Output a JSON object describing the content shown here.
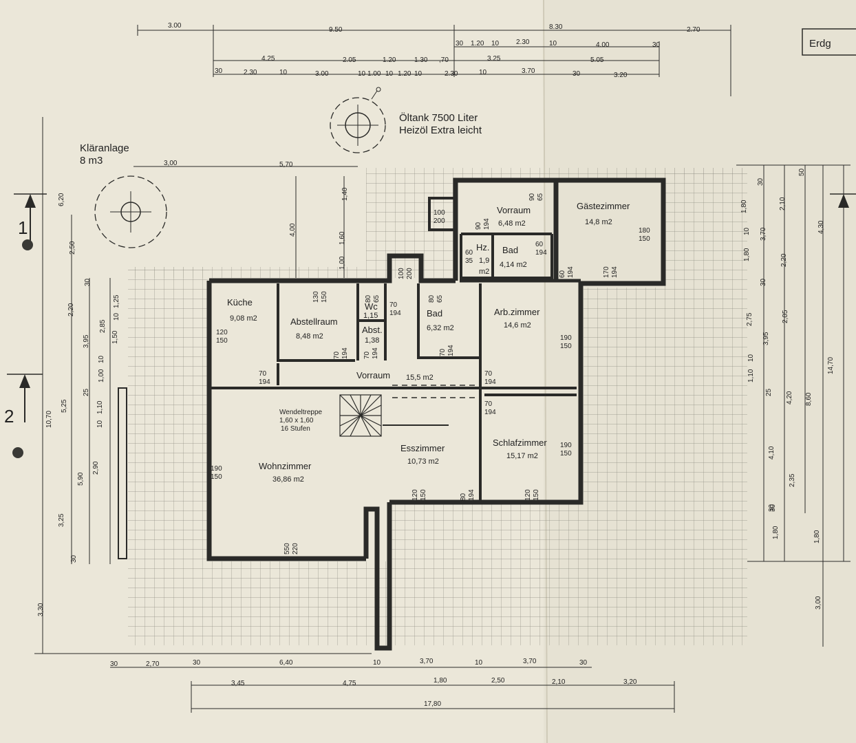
{
  "sheet": {
    "title_fragment": "Erdg",
    "section_1": "1",
    "section_2": "2"
  },
  "tanks": {
    "oil_line1": "Öltank 7500 Liter",
    "oil_line2": "Heizöl Extra leicht",
    "septic_line1": "Kläranlage",
    "septic_line2": "8 m3"
  },
  "rooms": {
    "kueche": {
      "name": "Küche",
      "area": "9,08 m2"
    },
    "abstellraum": {
      "name": "Abstellraum",
      "area": "8,48 m2"
    },
    "wc": {
      "name": "Wc",
      "area": "1,15"
    },
    "abst": {
      "name": "Abst.",
      "area": "1,38"
    },
    "bad": {
      "name": "Bad",
      "area": "6,32 m2"
    },
    "arbzimmer": {
      "name": "Arb.zimmer",
      "area": "14,6 m2"
    },
    "vorraum": {
      "name": "Vorraum",
      "area": "15,5 m2"
    },
    "wohnzimmer": {
      "name": "Wohnzimmer",
      "area": "36,86 m2"
    },
    "esszimmer": {
      "name": "Esszimmer",
      "area": "10,73 m2"
    },
    "schlafzimmer": {
      "name": "Schlafzimmer",
      "area": "15,17 m2"
    },
    "vorraum2": {
      "name": "Vorraum",
      "area": "6,48 m2"
    },
    "gaestezimmer": {
      "name": "Gästezimmer",
      "area": "14,8 m2"
    },
    "bad2": {
      "name": "Bad",
      "area": "4,14 m2"
    },
    "hz": {
      "name": "Hz.",
      "area_a": "1,9",
      "area_b": "m2"
    },
    "stair_line1": "Wendeltreppe",
    "stair_line2": "1,60 x 1,60",
    "stair_line3": "16 Stufen"
  },
  "doors": {
    "d120_150": [
      "120",
      "150"
    ],
    "d70_194": [
      "70",
      "194"
    ],
    "d130_150": [
      "130",
      "150"
    ],
    "d80_65": [
      "80",
      "65"
    ],
    "d100_200": [
      "100",
      "200"
    ],
    "d190_150": [
      "190",
      "150"
    ],
    "d60_35": [
      "60",
      "35"
    ],
    "d60_194": [
      "60",
      "194"
    ],
    "d90_194": [
      "90",
      "194"
    ],
    "d90_65": [
      "90",
      "65"
    ],
    "d180_150": [
      "180",
      "150"
    ],
    "d170_194": [
      "170",
      "194"
    ],
    "d550_220": [
      "550",
      "220"
    ],
    "d80_194": [
      "80",
      "194"
    ],
    "d120_150b": [
      "120",
      "150"
    ]
  },
  "dims_top": {
    "row1": [
      "3.00",
      "9.50",
      "8.30",
      "2.70"
    ],
    "row2": [
      "30",
      "1.20",
      "10",
      "2.30",
      "10",
      "4.00",
      "30"
    ],
    "row3": [
      "4.25",
      "2.05",
      "1.20",
      "1.30",
      ",70",
      "3.25",
      "5.05"
    ],
    "row4": [
      "30",
      "2.30",
      "10",
      "3.00",
      "10",
      "1.00",
      "10",
      "1.20",
      "10",
      "2.30",
      "10",
      "3.70",
      "30",
      "3.20"
    ],
    "tank_row": [
      "3,00",
      "5,70"
    ]
  },
  "dims_bottom": {
    "row1": [
      "30",
      "2,70",
      "30",
      "6,40",
      "10",
      "3,70",
      "10",
      "3,70",
      "30"
    ],
    "row2": [
      "3,45",
      "4,75",
      "1,80",
      "2,50",
      "2,10",
      "3,20"
    ],
    "row3": [
      "17,80"
    ]
  },
  "dims_left": {
    "outer": [
      "6,20",
      "10,70",
      "3,30"
    ],
    "mid": [
      "2,50",
      "2,20",
      "3,95",
      "5,25",
      "3,25"
    ],
    "inner": [
      "4,00",
      "1,60",
      "1,40",
      "1,00",
      "30",
      "2,85",
      "1,50",
      "1,25",
      "10",
      "1,00",
      "10",
      "25",
      "1,10",
      "10",
      "5,90",
      "2,90",
      "30"
    ]
  },
  "dims_right": {
    "outer": [
      "14,70"
    ],
    "a": [
      "4,30",
      "8,60",
      "1,80",
      "3,00"
    ],
    "b": [
      "50",
      "2,10",
      "3,70",
      "2,20",
      "2,05",
      "4,20",
      "2,35",
      "30"
    ],
    "c": [
      "30",
      "1,80",
      "10",
      "1,80",
      "30",
      "2,75",
      "3,95",
      "10",
      "1,10",
      "25",
      "4,10",
      "30",
      "1,80"
    ]
  }
}
